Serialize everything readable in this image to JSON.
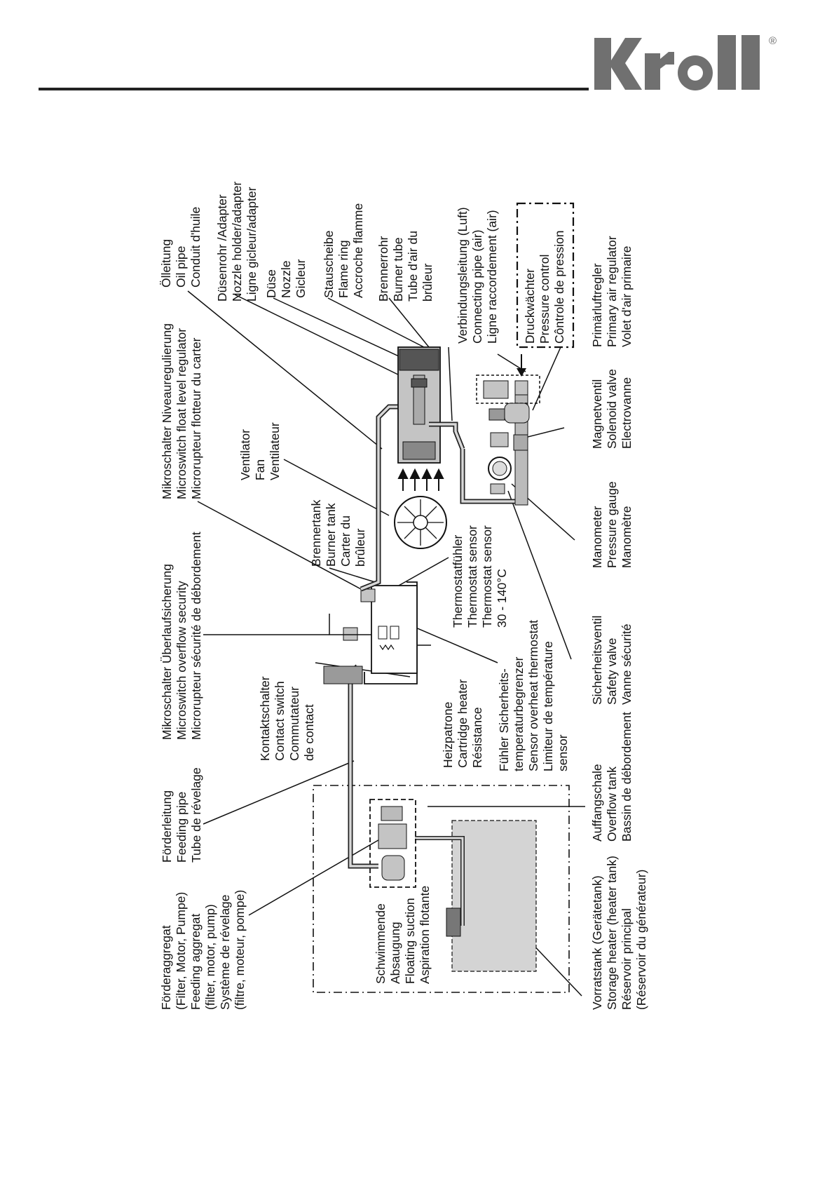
{
  "brand": {
    "name": "Kroll",
    "registered": "®"
  },
  "colors": {
    "logo": "#707070",
    "line": "#111111",
    "tank_fill": "#d4d4d4",
    "part_fill": "#c4c4c4"
  },
  "labels": {
    "oil_pipe": [
      "Ölleitung",
      "Oil pipe",
      "Conduit d'huile"
    ],
    "nozzle_holder": [
      "Düsenrohr /Adapter",
      "Nozzle holder/adapter",
      "Ligne gicleur/adapter"
    ],
    "nozzle": [
      "Düse",
      "Nozzle",
      "Gicleur"
    ],
    "flame_ring": [
      "Stauscheibe",
      "Flame ring",
      "Accroche flamme"
    ],
    "burner_tube": [
      "Brennerrohr",
      "Burner tube",
      "Tube d'air du",
      "brûleur"
    ],
    "connecting_pipe": [
      "Verbindungsleitung (Luft)",
      "Connecting pipe (air)",
      "Ligne raccordement (air)"
    ],
    "pressure_control": [
      "Druckwächter",
      "Pressure control",
      "Côntrole de pression"
    ],
    "primary_air": [
      "Primärluftregler",
      "Primary air regulator",
      "Volet d'air primaire"
    ],
    "float_switch": [
      "Mikroschalter Niveauregulierung",
      "Microswitch float level regulator",
      "Microrupteur flotteur du carter"
    ],
    "fan": [
      "Ventilator",
      "Fan",
      "Ventilateur"
    ],
    "solenoid_valve": [
      "Magnetventil",
      "Solenoid valve",
      "Electrovanne"
    ],
    "overflow_switch": [
      "Mikroschalter Überlaufsicherung",
      "Microswitch overflow security",
      "Microrupteur sécurité de débordement"
    ],
    "burner_tank": [
      "Brennertank",
      "Burner tank",
      "Carter du",
      "brûleur"
    ],
    "thermostat_sensor": [
      "Thermostatfühler",
      "Thermostat sensor",
      "Thermostat sensor",
      "30 - 140°C"
    ],
    "pressure_gauge": [
      "Manometer",
      "Pressure gauge",
      "Manomètre"
    ],
    "overheat_sensor": [
      "Fühler Sicherheits-",
      "temperaturbegrenzer",
      "Sensor overheat thermostat",
      "Limiteur de température",
      "sensor"
    ],
    "safety_valve": [
      "Sicherheitsventil",
      "Safety valve",
      "Vanne sécurité"
    ],
    "contact_switch": [
      "Kontaktschalter",
      "Contact switch",
      "Commutateur",
      "de contact"
    ],
    "cartridge_heater": [
      "Heizpatrone",
      "Cartridge heater",
      "Résistance"
    ],
    "feeding_pipe": [
      "Förderleitung",
      "Feeding pipe",
      "Tube de révelage"
    ],
    "overflow_tank": [
      "Auffangschale",
      "Overflow tank",
      "Bassin de débordement"
    ],
    "feeding_aggregate": [
      "Förderaggregat",
      "(Filter, Motor, Pumpe)",
      "Feeding aggregat",
      "(filter, motor, pump)",
      "Système de révelage",
      "(filtre, moteur, pompe)"
    ],
    "floating_suction": [
      "Schwimmende",
      "Absaugung",
      "Floating suction",
      "Aspiration flotante"
    ],
    "storage_tank": [
      "Vorratstank (Gerätetank)",
      "Storage heater (heater tank)",
      "Réservoir principal",
      "(Réservoir du générateur)"
    ]
  }
}
